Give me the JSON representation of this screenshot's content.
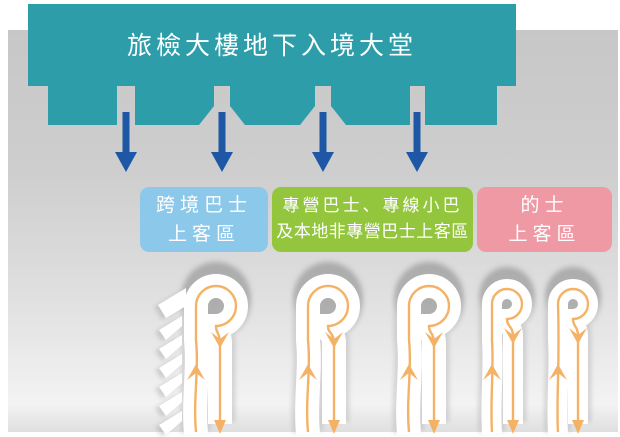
{
  "building": {
    "label": "旅檢大樓地下入境大堂",
    "color": "#2d9daa"
  },
  "exit_arrows": {
    "count": 4,
    "direction": "down",
    "color": "#1d57a5"
  },
  "zones": [
    {
      "name": "cross-boundary-bus-pickup",
      "line1": "跨境巴士",
      "line2": "上客區",
      "color": "#8cc8e9"
    },
    {
      "name": "franchised-bus-minibus-pickup",
      "line1": "專營巴士、專線小巴",
      "line2": "及本地非專營巴士上客區",
      "color": "#93c63d"
    },
    {
      "name": "taxi-pickup",
      "line1": "的士",
      "line2": "上客區",
      "color": "#ef99a5"
    }
  ],
  "pickup_loops": {
    "count": 5,
    "road_color": "#ffffff",
    "flow_line_color": "#f4b267"
  },
  "palette": {
    "panel_gray_top": "#c8c8c8",
    "panel_gray_bottom": "#f3f3f3",
    "shadow_gray": "#8a8a8a",
    "text_white": "#ffffff"
  }
}
